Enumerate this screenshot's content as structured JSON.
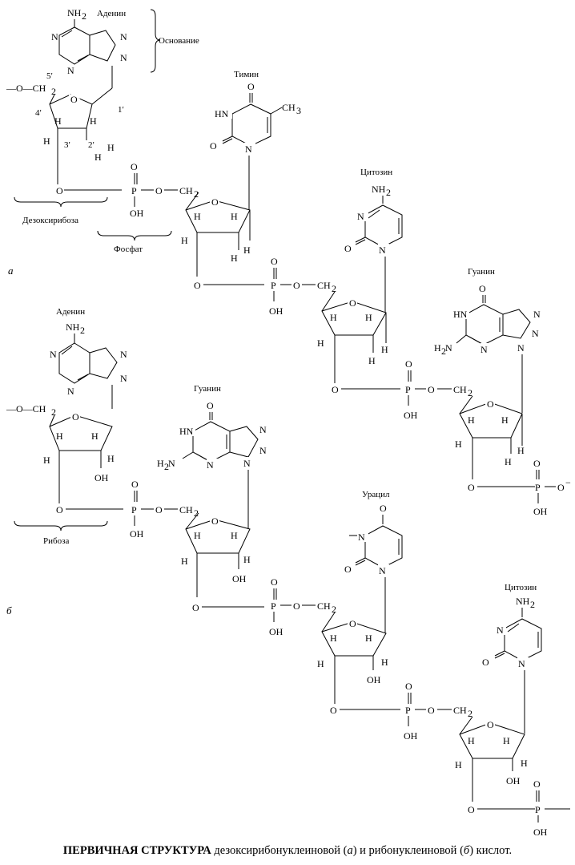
{
  "panels": {
    "a": {
      "label": "а",
      "bases": {
        "adenine": "Аденин",
        "thymine": "Тимин",
        "cytosine": "Цитозин",
        "guanine": "Гуанин"
      },
      "braces": {
        "base": "Основание",
        "sugar": "Дезоксирибоза",
        "phosphate": "Фосфат"
      },
      "primes": [
        "5′",
        "4′",
        "3′",
        "2′",
        "1′"
      ]
    },
    "b": {
      "label": "б",
      "bases": {
        "adenine": "Аденин",
        "guanine": "Гуанин",
        "uracil": "Урацил",
        "cytosine": "Цитозин"
      },
      "braces": {
        "sugar": "Рибоза"
      }
    }
  },
  "caption": {
    "bold": "ПЕРВИЧНАЯ СТРУКТУРА",
    "part1": " дезоксирибонуклеиновой (",
    "ital_a": "а",
    "part2": ") и рибонуклеиновой (",
    "ital_b": "б",
    "part3": ") кислот."
  }
}
